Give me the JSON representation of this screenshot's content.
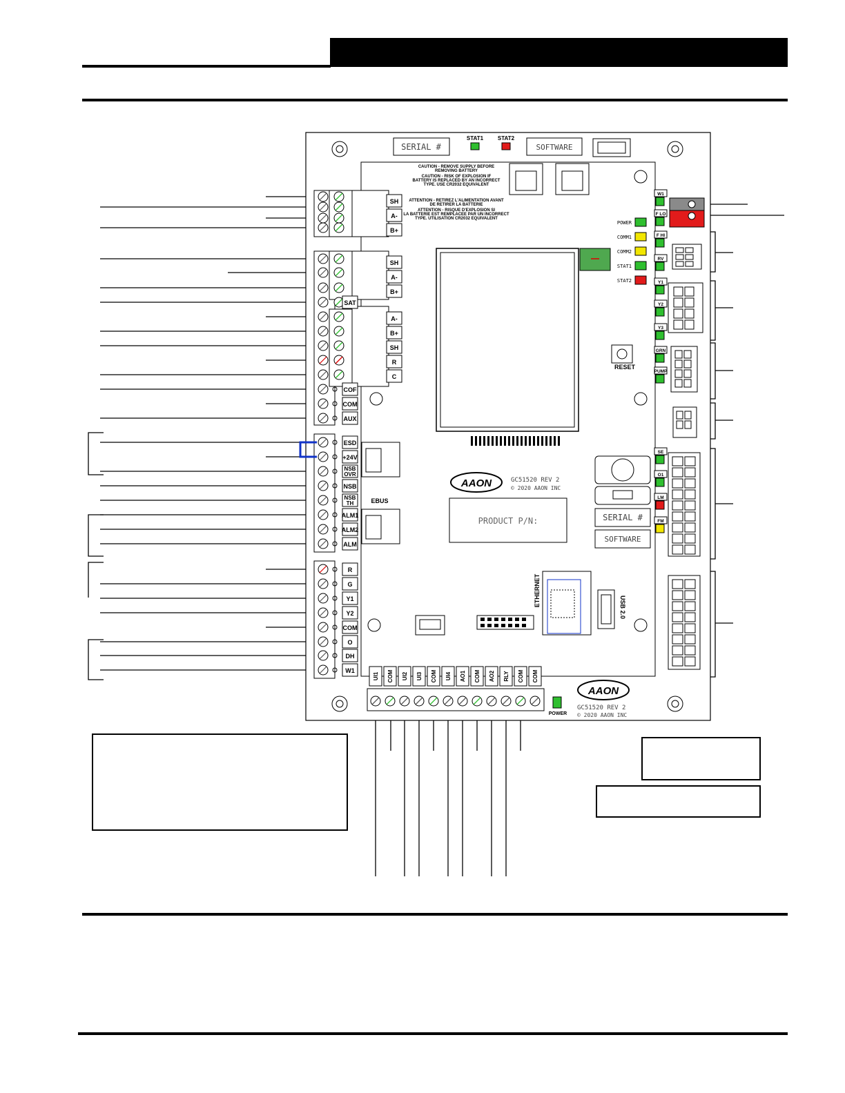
{
  "board": {
    "top_labels": {
      "serial": "SERIAL #",
      "software": "SOFTWARE",
      "stat1": "STAT1",
      "stat2": "STAT2"
    },
    "caution_lines": [
      "CAUTION - REMOVE SUPPLY BEFORE",
      "REMOVING BATTERY",
      "CAUTION - RISK OF EXPLOSION IF",
      "BATTERY IS REPLACED BY AN INCORRECT",
      "TYPE. USE CR2032 EQUIVALENT",
      "ATTENTION - RETIREZ L'ALIMENTATION AVANT",
      "DE RETIRER LA BATTERIE",
      "ATTENTION - RISQUE D'EXPLOSION SI",
      "LA BATTERIE EST REMPLACEE PAR UN INCORRECT",
      "TYPE. UTILISATION CR2032 EQUIVALENT"
    ],
    "status_leds": [
      {
        "label": "POWER",
        "color": "#2fbf2f"
      },
      {
        "label": "COMM1",
        "color": "#f2e600"
      },
      {
        "label": "COMM2",
        "color": "#f2e600"
      },
      {
        "label": "STAT1",
        "color": "#2fbf2f"
      },
      {
        "label": "STAT2",
        "color": "#e21b1b"
      }
    ],
    "left_terminals": [
      "SH",
      "A-",
      "B+",
      "SH",
      "A-",
      "B+",
      "SAT",
      "A-",
      "B+",
      "SH",
      "R",
      "C",
      "COF",
      "COM",
      "AUX",
      "ESD",
      "+24V",
      "NSB OVR",
      "NSB",
      "NSB TH",
      "ALM1",
      "ALM2",
      "ALM",
      "R",
      "G",
      "Y1",
      "Y2",
      "COM",
      "O",
      "DH",
      "W1"
    ],
    "bottom_terminals": [
      "UI1",
      "COM",
      "UI2",
      "UI3",
      "COM",
      "UI4",
      "AO1",
      "COM",
      "AO2",
      "RLY",
      "COM",
      "COM"
    ],
    "right_labels": [
      "W1",
      "F LO",
      "F HI",
      "RV",
      "Y1",
      "Y2",
      "Y3",
      "GRN",
      "PUMP",
      "SE",
      "O1",
      "LM",
      "FM"
    ],
    "reset_label": "RESET",
    "ebus_label": "EBUS",
    "ethernet_label": "ETHERNET",
    "usb_label": "USB 2.0",
    "power_label": "POWER",
    "brand": "AAON",
    "part_upper": "GC51520 REV 2",
    "copyright_upper": "© 2020 AAON INC",
    "part_lower": "GC51520 REV 2",
    "copyright_lower": "© 2020 AAON INC",
    "product_pn": "PRODUCT P/N:",
    "serial_right": "SERIAL #",
    "software_right": "SOFTWARE"
  }
}
